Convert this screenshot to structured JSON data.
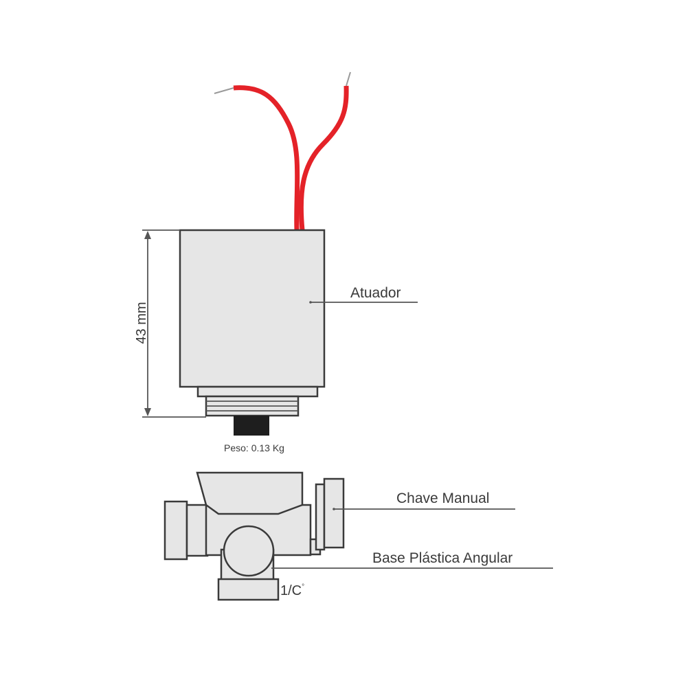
{
  "labels": {
    "actuator": "Atuador",
    "dimension": "43 mm",
    "weight": "Peso: 0.13 Kg",
    "manual_key": "Chave Manual",
    "base": "Base Plástica Angular",
    "thread_size": "1/C",
    "thread_size_sup": "°"
  },
  "colors": {
    "wire": "#e42228",
    "body": "#e6e6e6",
    "outline": "#3a3a3a"
  }
}
